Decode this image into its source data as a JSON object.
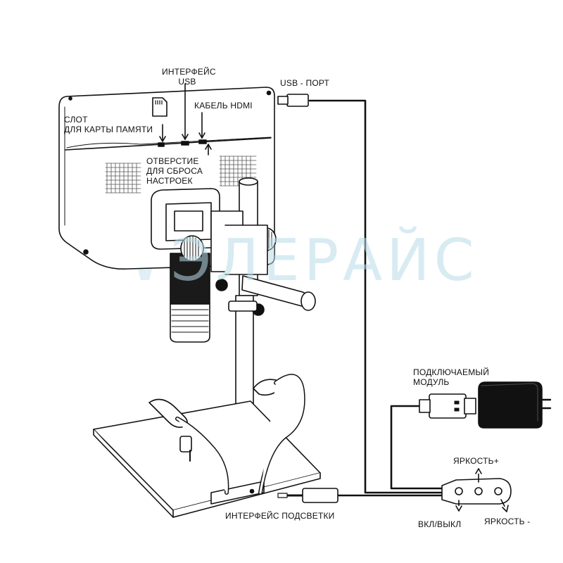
{
  "labels": {
    "usb_interface_line1": "ИНТЕРФЕЙС",
    "usb_interface_line2": "USB",
    "usb_port": "USB - ПОРТ",
    "hdmi_cable": "КАБЕЛЬ HDMI",
    "memory_slot_line1": "СЛОТ",
    "memory_slot_line2": "ДЛЯ КАРТЫ ПАМЯТИ",
    "reset_hole_line1": "ОТВЕРСТИЕ",
    "reset_hole_line2": "ДЛЯ СБРОСА",
    "reset_hole_line3": "НАСТРОЕК",
    "plug_module_line1": "ПОДКЛЮЧАЕМЫЙ",
    "plug_module_line2": "МОДУЛЬ",
    "brightness_plus": "ЯРКОСТЬ+",
    "brightness_minus": "ЯРКОСТЬ -",
    "power_toggle": "ВКЛ/ВЫКЛ",
    "light_interface": "ИНТЕРФЕЙС ПОДСВЕТКИ"
  },
  "watermark": {
    "text": "ЭЛЕРАЙС",
    "icon": "gear-icon",
    "color": "#b9dbe9"
  }
}
